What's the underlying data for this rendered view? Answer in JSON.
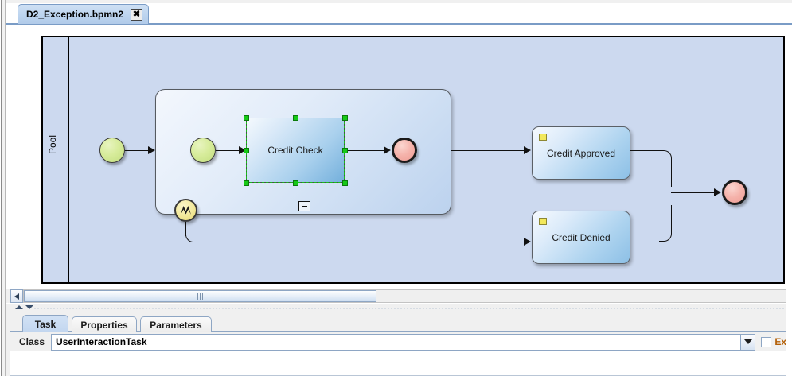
{
  "window": {
    "document_tab": {
      "label": "D2_Exception.bpmn2",
      "close_glyph": "✖"
    }
  },
  "diagram": {
    "pool_label": "Pool",
    "nodes": [
      {
        "id": "start-outer",
        "type": "start-event",
        "label": ""
      },
      {
        "id": "subprocess",
        "type": "subprocess",
        "label": ""
      },
      {
        "id": "start-inner",
        "type": "start-event",
        "label": ""
      },
      {
        "id": "credit-check",
        "type": "task",
        "label": "Credit Check",
        "selected": true
      },
      {
        "id": "end-inner",
        "type": "end-event",
        "label": ""
      },
      {
        "id": "boundary-error",
        "type": "boundary-event",
        "label": ""
      },
      {
        "id": "credit-approved",
        "type": "task",
        "label": "Credit Approved"
      },
      {
        "id": "credit-denied",
        "type": "task",
        "label": "Credit Denied"
      },
      {
        "id": "end-outer",
        "type": "end-event",
        "label": ""
      }
    ],
    "collapse_marker": "−",
    "colors": {
      "pool_fill": "#ccd9ef",
      "start_event": "#d7ec9b",
      "end_event": "#f5b2aa",
      "boundary_event": "#f2e89a",
      "task_fill": "#add3ef",
      "selection_handle": "#16c916",
      "task_marker": "#f2e85c"
    }
  },
  "scrollbar": {
    "left_arrow_glyph": "◀",
    "grip_glyph": "|||"
  },
  "splitter": {
    "up_glyph": "▲",
    "down_glyph": "▼"
  },
  "bottom_panel": {
    "tabs": [
      {
        "label": "Task",
        "active": true
      },
      {
        "label": "Properties",
        "active": false
      },
      {
        "label": "Parameters",
        "active": false
      }
    ],
    "form": {
      "class_label": "Class",
      "class_value": "UserInteractionTask",
      "class_placeholder": "",
      "dropdown_glyph": "▼",
      "checkbox_label": "Ex",
      "checkbox_checked": false
    }
  }
}
